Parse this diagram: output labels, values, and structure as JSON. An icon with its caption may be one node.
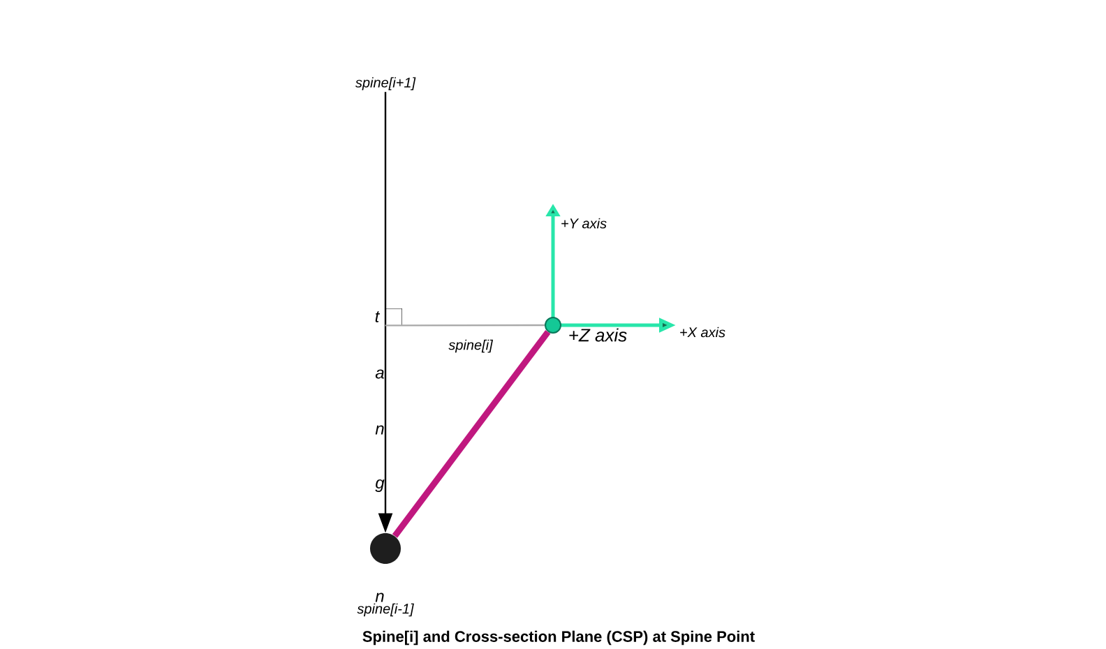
{
  "diagram": {
    "caption": "Spine[i] and Cross-section Plane (CSP) at Spine Point",
    "nodes": [
      {
        "text": [
          "spine[i+1]"
        ]
      },
      {
        "text": [],
        "shape": "circle",
        "beside": [
          "spine[i]"
        ]
      },
      {
        "text": [],
        "shape": "circle",
        "beside": [
          "spine[i-1]"
        ]
      },
      {
        "text": [],
        "shape": "box"
      }
    ],
    "edges": [
      {
        "from": 0,
        "to": 2,
        "arrow": "to"
      },
      {
        "from": 1,
        "to": 2,
        "arrow": "none",
        "style": "thick",
        "color": "#c0187f"
      },
      {
        "from": 3,
        "to": 1,
        "arrow": "none",
        "color": "#aaaaaa"
      }
    ],
    "labels": [
      "t",
      "a",
      "n",
      "g",
      "n",
      "+Y axis",
      "+Z axis",
      "+X axis"
    ]
  }
}
